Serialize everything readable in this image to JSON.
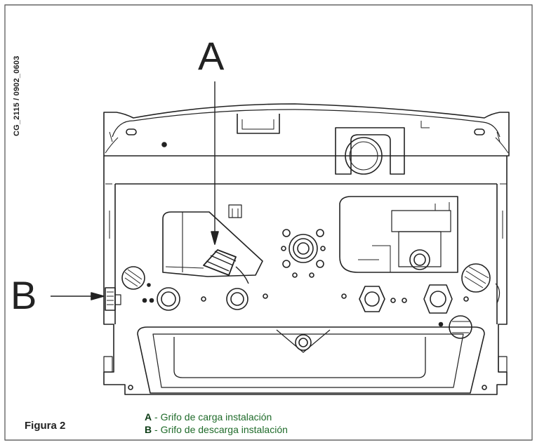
{
  "doc_code": "CG_2115 / 0902_0603",
  "callout_a": "A",
  "callout_b": "B",
  "figure_caption": "Figura 2",
  "legend": [
    {
      "key": "A",
      "sep": " - ",
      "text": "Grifo de carga instalación"
    },
    {
      "key": "B",
      "sep": " - ",
      "text": "Grifo de descarga instalación"
    }
  ],
  "colors": {
    "legend_text": "#1f6b2a",
    "line_art": "#222222",
    "frame": "#444444"
  }
}
